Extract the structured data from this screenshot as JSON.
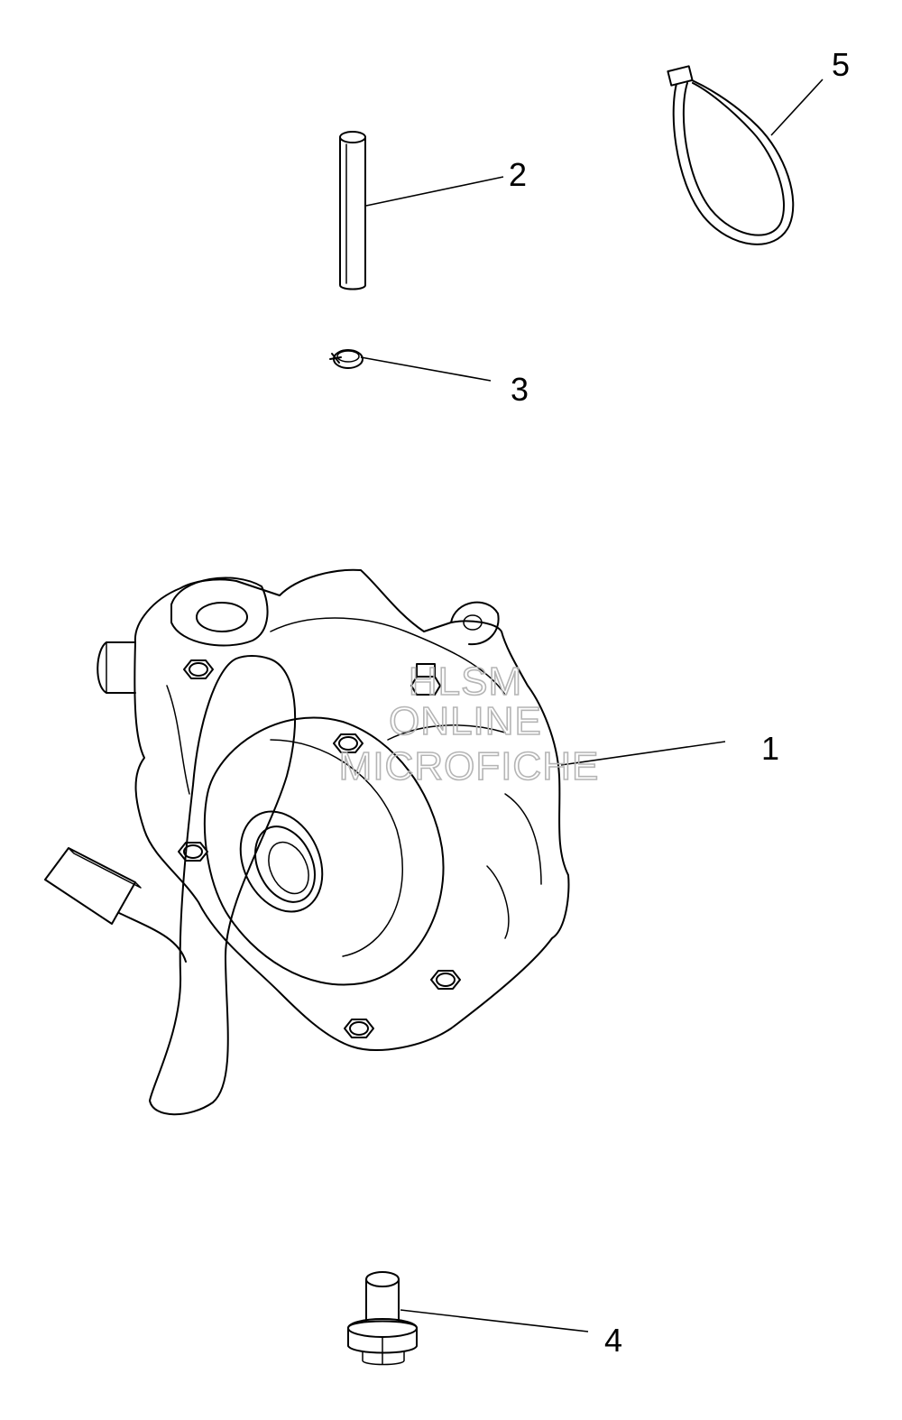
{
  "diagram": {
    "callouts": {
      "part1": "1",
      "part2": "2",
      "part3": "3",
      "part4": "4",
      "part5": "5"
    },
    "watermark": {
      "line1": "HLSM",
      "line2": "ONLINE",
      "line3": "MICROFICHE"
    }
  }
}
